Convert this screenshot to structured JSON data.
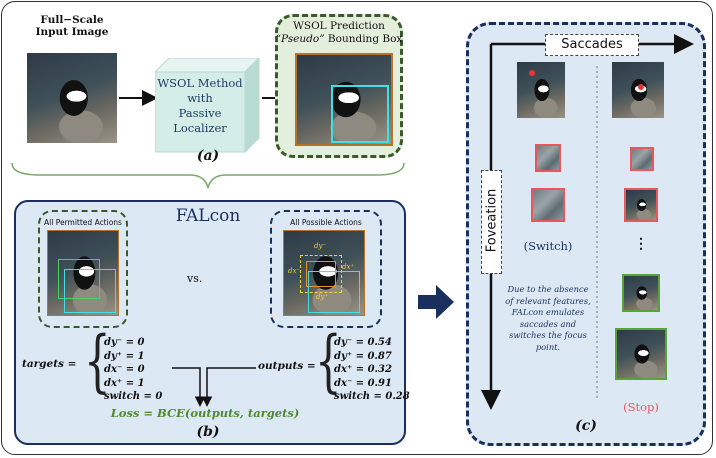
{
  "panel_a": {
    "input_label_1": "Full−Scale",
    "input_label_2": "Input Image",
    "method_1": "WSOL Method",
    "method_2": "with",
    "method_3": "Passive",
    "method_4": "Localizer",
    "prediction_title": "WSOL Prediction",
    "prediction_pseudo": "“Pseudo”",
    "prediction_rest": " Bounding Box",
    "caption": "(a)"
  },
  "panel_b": {
    "title": "FALcon",
    "permitted_label": "All Permitted Actions",
    "possible_label": "All Possible Actions",
    "vs": "vs.",
    "targets_label": "targets =",
    "outputs_label": "outputs =",
    "targets": [
      {
        "name": "dy⁻",
        "value": "0"
      },
      {
        "name": "dy⁺",
        "value": "1"
      },
      {
        "name": "dx⁻",
        "value": "0"
      },
      {
        "name": "dx⁺",
        "value": "1"
      },
      {
        "name": "switch",
        "value": "0"
      }
    ],
    "outputs": [
      {
        "name": "dy⁻",
        "value": "0.54"
      },
      {
        "name": "dy⁺",
        "value": "0.87"
      },
      {
        "name": "dx⁺",
        "value": "0.32"
      },
      {
        "name": "dx⁻",
        "value": "0.91"
      },
      {
        "name": "switch",
        "value": "0.28"
      }
    ],
    "box_labels": {
      "dy_top": "dy⁻",
      "dx_left": "dx⁻",
      "dx_right": "dx⁺",
      "dy_bottom": "dy⁺"
    },
    "loss": "Loss = BCE(outputs, targets)",
    "caption": "(b)"
  },
  "panel_c": {
    "saccades": "Saccades",
    "foveation": "Foveation",
    "switch_label": "(Switch)",
    "dots": "⋮",
    "note": [
      "Due to the absence",
      "of relevant features,",
      "FALcon emulates",
      "saccades and",
      "switches the focus",
      "point."
    ],
    "stop_label": "(Stop)",
    "caption": "(c)"
  },
  "colors": {
    "panel_bg": "#dde8f5",
    "navy": "#1a2f5e",
    "dark_green": "#3a5a2a",
    "green_bg": "#e3eedc",
    "teal_box": "#d5ece6",
    "cyan": "#3ee0e6",
    "red": "#e8575a",
    "loss_green": "#4f8a2c"
  }
}
